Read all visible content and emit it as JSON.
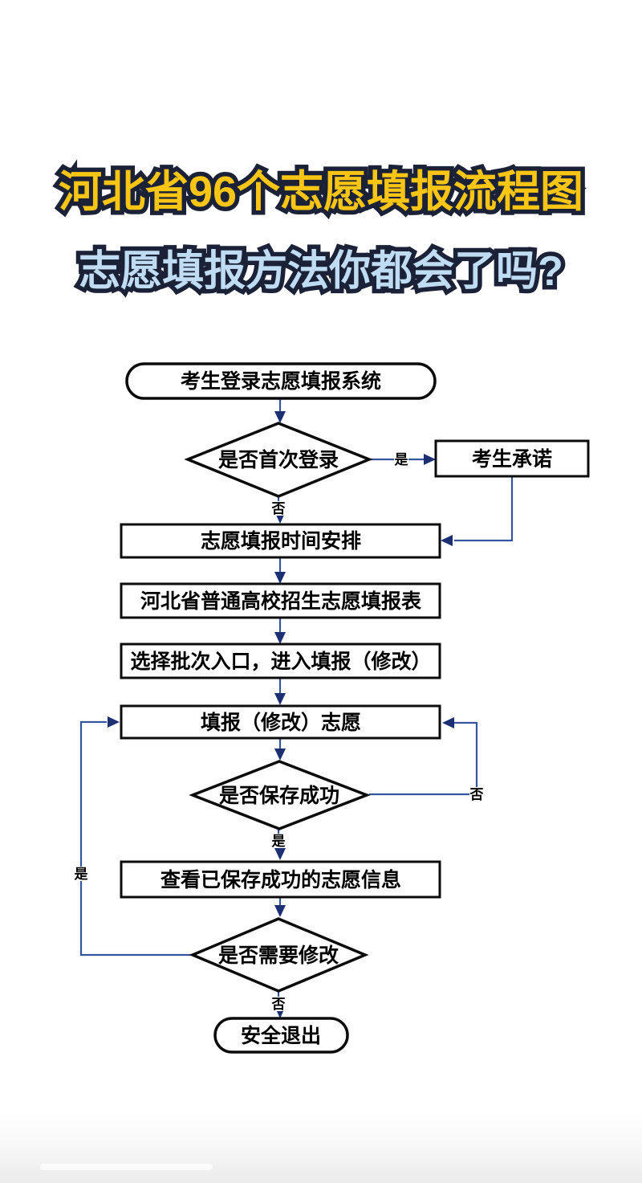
{
  "title": {
    "line1": "河北省96个志愿填报流程图",
    "line2": "志愿填报方法你都会了吗?",
    "line1_fill_color": "#f8c515",
    "line2_fill_color": "#bfdcf2",
    "outline_color": "#1b2136"
  },
  "flowchart": {
    "line_color": "#35549e",
    "arrow_color": "#1c2f73",
    "shape_border_color": "#0b0b0b",
    "shape_fill_color": "#ffffff",
    "nodes": [
      {
        "id": "start",
        "type": "stadium",
        "label": "考生登录志愿填报系统"
      },
      {
        "id": "first-login",
        "type": "decision",
        "label": "是否首次登录"
      },
      {
        "id": "promise",
        "type": "process",
        "label": "考生承诺"
      },
      {
        "id": "schedule",
        "type": "process",
        "label": "志愿填报时间安排"
      },
      {
        "id": "form",
        "type": "process",
        "label": "河北省普通高校招生志愿填报表"
      },
      {
        "id": "batch",
        "type": "process",
        "label": "选择批次入口，进入填报（修改）"
      },
      {
        "id": "fill",
        "type": "process",
        "label": "填报（修改）志愿"
      },
      {
        "id": "saved",
        "type": "decision",
        "label": "是否保存成功"
      },
      {
        "id": "view",
        "type": "process",
        "label": "查看已保存成功的志愿信息"
      },
      {
        "id": "modify",
        "type": "decision",
        "label": "是否需要修改"
      },
      {
        "id": "exit",
        "type": "stadium",
        "label": "安全退出"
      }
    ],
    "edge_labels": {
      "yes": "是",
      "no": "否"
    }
  }
}
